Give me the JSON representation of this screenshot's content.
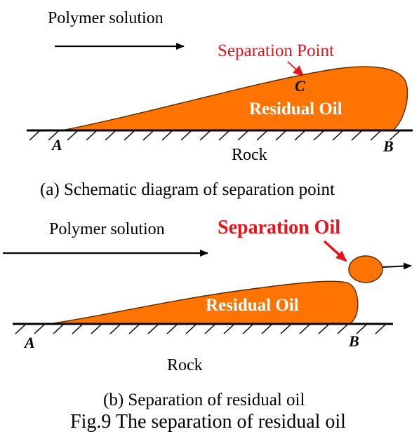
{
  "panel_a": {
    "flow_label": "Polymer solution",
    "callout": "Separation Point",
    "oil_label": "Residual Oil",
    "point_a": "A",
    "point_b": "B",
    "point_c": "C",
    "rock_label": "Rock",
    "caption": "(a) Schematic diagram of separation point"
  },
  "panel_b": {
    "flow_label": "Polymer solution",
    "callout": "Separation Oil",
    "oil_label": "Residual Oil",
    "point_a": "A",
    "point_b": "B",
    "rock_label": "Rock",
    "caption": "(b) Separation of residual oil"
  },
  "figure_caption": "Fig.9 The separation of residual oil",
  "colors": {
    "oil": "#ff7300",
    "callout": "#e8141b",
    "outline": "#5a2a00"
  }
}
